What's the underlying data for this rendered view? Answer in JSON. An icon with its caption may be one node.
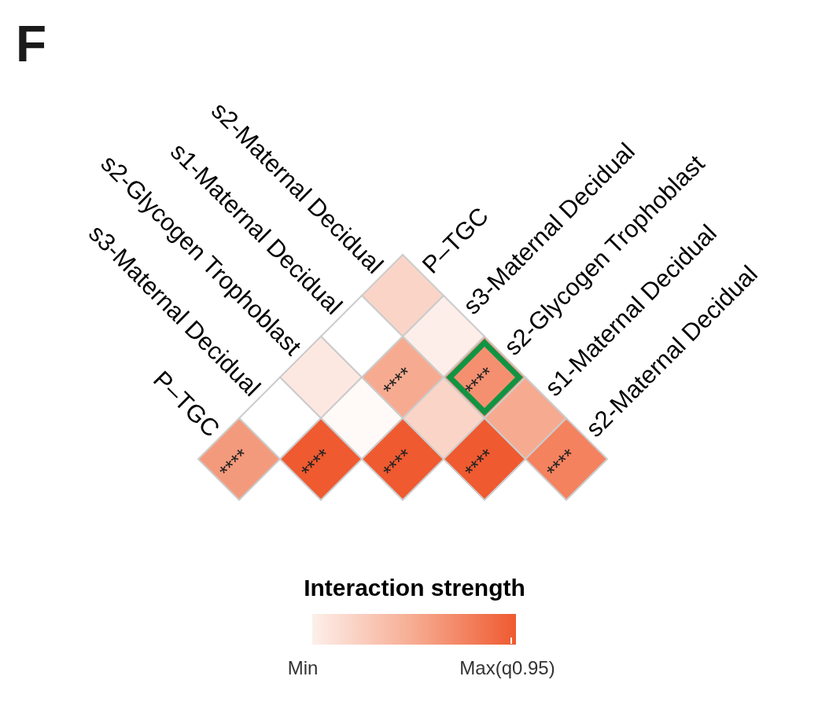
{
  "diagram": {
    "labels": [
      "F",
      "s2-Maternal Decidual",
      "s1-Maternal Decidual",
      "s2-Glycogen Trophoblast",
      "s3-Maternal Decidual",
      "P–TGC",
      "P–TGC",
      "s3-Maternal Decidual",
      "s2-Glycogen Trophoblast",
      "s1-Maternal Decidual",
      "s2-Maternal Decidual",
      "****",
      "****",
      "****",
      "****",
      "****",
      "****",
      "****",
      "Interaction strength",
      "Min",
      "Max(q0.95)"
    ]
  }
}
